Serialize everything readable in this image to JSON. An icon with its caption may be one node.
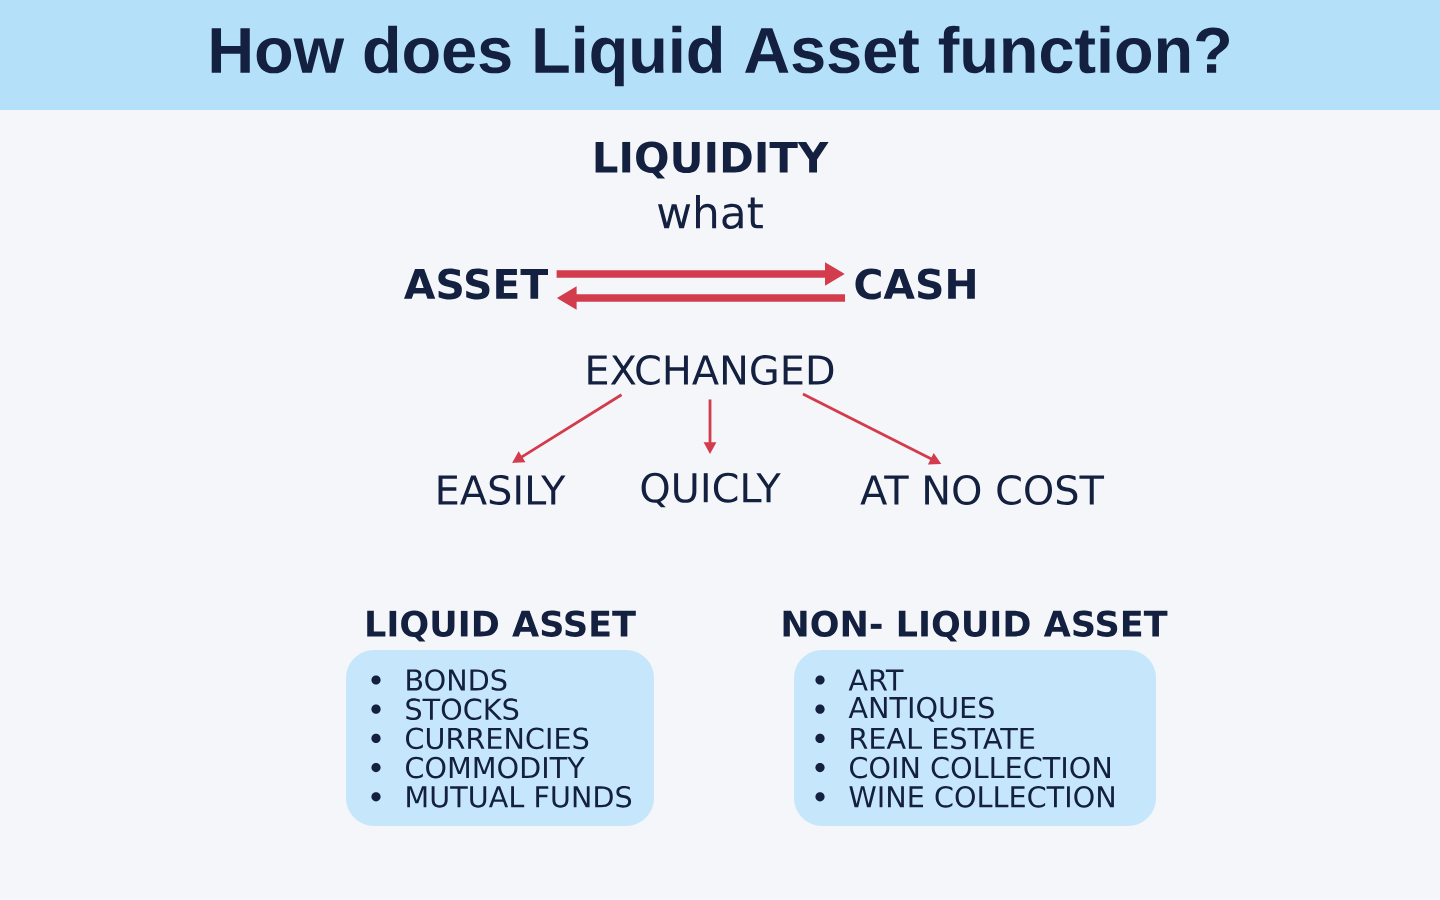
{
  "diagram": {
    "title": "How does Liquid Asset function?",
    "nodes": [
      {
        "text": [
          "ASSET"
        ]
      },
      {
        "text": [
          "CASH"
        ]
      },
      {
        "text": [
          "EXCHANGED"
        ]
      },
      {
        "text": [
          "EASILY"
        ]
      },
      {
        "text": [
          "QUICLY"
        ]
      },
      {
        "text": [
          "AT NO COST"
        ]
      },
      {
        "text": [
          "LIQUID ASSET",
          "BONDS",
          "STOCKS",
          "CURRENCIES",
          "COMMODITY",
          "MUTUAL FUNDS"
        ]
      },
      {
        "text": [
          "NON- LIQUID ASSET",
          "ART",
          "ANTIQUES",
          "REAL ESTATE",
          "COIN COLLECTION",
          "WINE COLLECTION"
        ]
      }
    ],
    "edges": [
      {
        "from": 0,
        "to": 1,
        "arrow": "to",
        "style": "thick"
      },
      {
        "from": 1,
        "to": 0,
        "arrow": "to",
        "style": "thick"
      },
      {
        "from": 2,
        "to": 3,
        "arrow": "to"
      },
      {
        "from": 2,
        "to": 4,
        "arrow": "to"
      },
      {
        "from": 2,
        "to": 5,
        "arrow": "to"
      }
    ],
    "labels": [
      "LIQUIDITY",
      "what"
    ]
  }
}
